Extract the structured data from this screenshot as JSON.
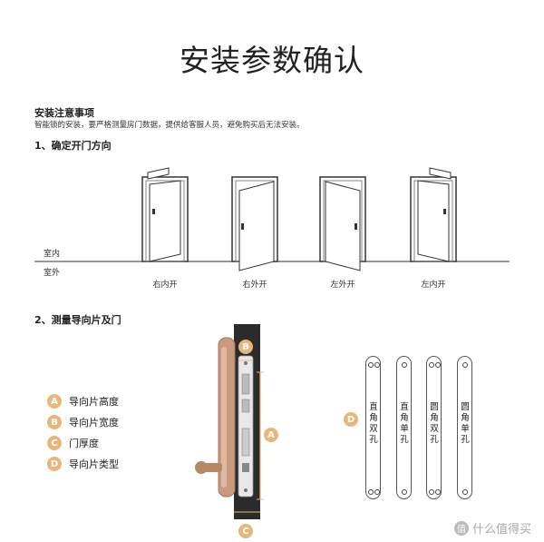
{
  "title": "安装参数确认",
  "notes": {
    "heading": "安装注意事项",
    "text": "智能锁的安装，要严格测量房门数据，提供给客服人员，避免购买后无法安装。"
  },
  "section1": {
    "heading": "1、确定开门方向",
    "indoor": "室内",
    "outdoor": "室外",
    "doors": [
      "右内开",
      "右外开",
      "左外开",
      "左内开"
    ]
  },
  "section2": {
    "heading": "2、测量导向片及门",
    "legend": [
      {
        "badge": "A",
        "label": "导向片高度"
      },
      {
        "badge": "B",
        "label": "导向片宽度"
      },
      {
        "badge": "C",
        "label": "门厚度"
      },
      {
        "badge": "D",
        "label": "导向片类型"
      }
    ],
    "markers": {
      "a": "A",
      "b": "B",
      "c": "C",
      "d": "D"
    },
    "plates": [
      "直角双孔",
      "直角单孔",
      "圆角双孔",
      "圆角单孔"
    ]
  },
  "colors": {
    "badge": "#e7b77a",
    "lock_body": "#c99a80",
    "door_edge": "#2b2b2b"
  },
  "watermark": {
    "icon": "值",
    "text": "什么值得买"
  }
}
